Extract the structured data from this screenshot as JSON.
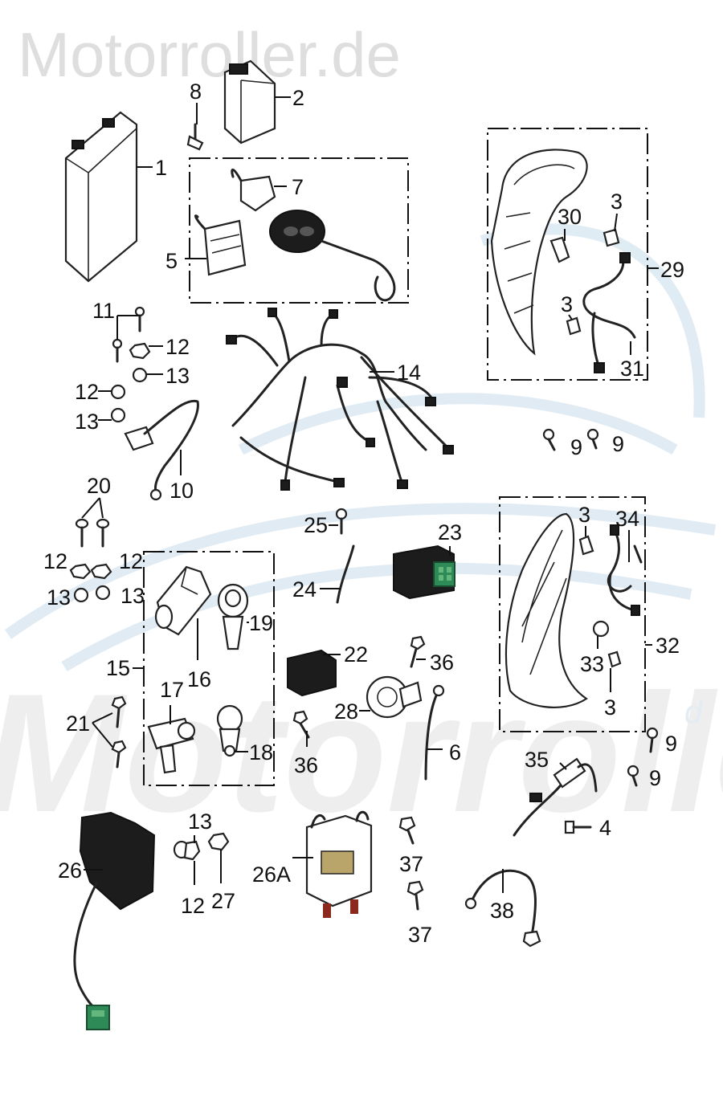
{
  "watermark": {
    "top": "Motorroller.de",
    "big": "Motorroller",
    "small": "d"
  },
  "callouts": {
    "p1": "1",
    "p2": "2",
    "p8": "8",
    "p7": "7",
    "p5": "5",
    "p11": "11",
    "p12a": "12",
    "p13a": "13",
    "p12b": "12",
    "p13b": "13",
    "p14": "14",
    "p10": "10",
    "p20": "20",
    "p12c": "12",
    "p12d": "12",
    "p13c": "13",
    "p13d": "13",
    "p25": "25",
    "p23": "23",
    "p24": "24",
    "p19": "19",
    "p16": "16",
    "p15": "15",
    "p22": "22",
    "p36a": "36",
    "p28": "28",
    "p17": "17",
    "p21": "21",
    "p18": "18",
    "p36b": "36",
    "p6": "6",
    "p30": "30",
    "p3a": "3",
    "p29": "29",
    "p3b": "3",
    "p31": "31",
    "p9a": "9",
    "p9b": "9",
    "p3c": "3",
    "p34": "34",
    "p32": "32",
    "p33": "33",
    "p3d": "3",
    "p9c": "9",
    "p35": "35",
    "p9d": "9",
    "p4": "4",
    "p26": "26",
    "p13e": "13",
    "p12e": "12",
    "p27": "27",
    "p26a": "26A",
    "p37a": "37",
    "p37b": "37",
    "p38": "38"
  },
  "colors": {
    "line": "#111111",
    "watermark_grey": "#dedede",
    "watermark_blue": "#d6e5f0",
    "connector_green": "#2e8b57",
    "connector_green_light": "#63b77c"
  },
  "icons": [
    "battery-icon",
    "relay-icon",
    "key-fob-icon",
    "wiring-harness-icon",
    "headlight-icon",
    "taillight-icon",
    "cdi-unit-icon",
    "regulator-icon",
    "horn-icon",
    "ignition-coil-icon",
    "starter-relay-icon",
    "fuse-holder-icon",
    "sensor-cable-icon"
  ]
}
